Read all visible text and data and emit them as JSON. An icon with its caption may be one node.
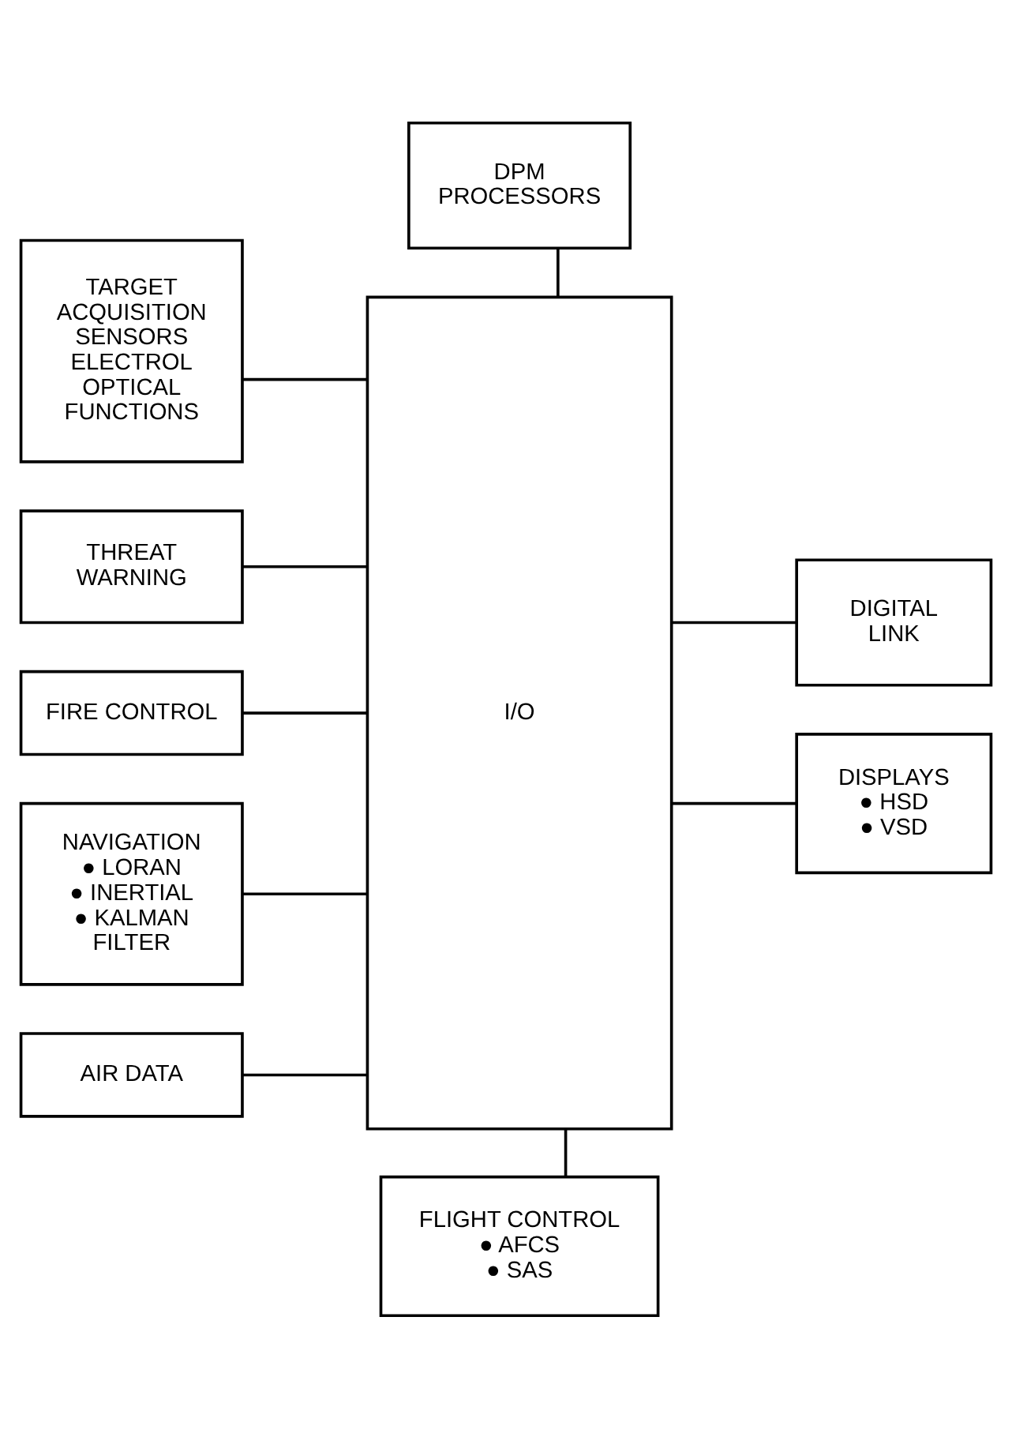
{
  "diagram": {
    "nodes": [
      {
        "text": [
          "DPM PROCESSORS"
        ]
      },
      {
        "text": [
          "TARGET ACQUISITION SENSORS ELECTROL OPTICAL FUNCTIONS"
        ]
      },
      {
        "text": [
          "I/O"
        ]
      },
      {
        "text": [
          "DIGITAL LINK"
        ]
      },
      {
        "text": [
          "THREAT WARNING"
        ]
      },
      {
        "text": [
          "FIRE CONTROL"
        ]
      },
      {
        "text": [
          "NAVIGATION",
          "● LORAN",
          "● INERTIAL",
          "● KALMAN FILTER"
        ]
      },
      {
        "text": [
          "DISPLAYS",
          "● HSD",
          "● VSD"
        ]
      },
      {
        "text": [
          "AIR DATA"
        ]
      },
      {
        "text": [
          "FLIGHT CONTROL",
          "● AFCS",
          "● SAS"
        ]
      }
    ],
    "edges": [
      {
        "from": 0,
        "to": 2,
        "arrow": "none"
      },
      {
        "from": 1,
        "to": 2,
        "arrow": "none"
      },
      {
        "from": 2,
        "to": 3,
        "arrow": "none"
      },
      {
        "from": 4,
        "to": 2,
        "arrow": "none"
      },
      {
        "from": 5,
        "to": 2,
        "arrow": "none"
      },
      {
        "from": 6,
        "to": 2,
        "arrow": "none"
      },
      {
        "from": 2,
        "to": 7,
        "arrow": "none"
      },
      {
        "from": 8,
        "to": 2,
        "arrow": "none"
      },
      {
        "from": 2,
        "to": 9,
        "arrow": "none"
      }
    ]
  }
}
